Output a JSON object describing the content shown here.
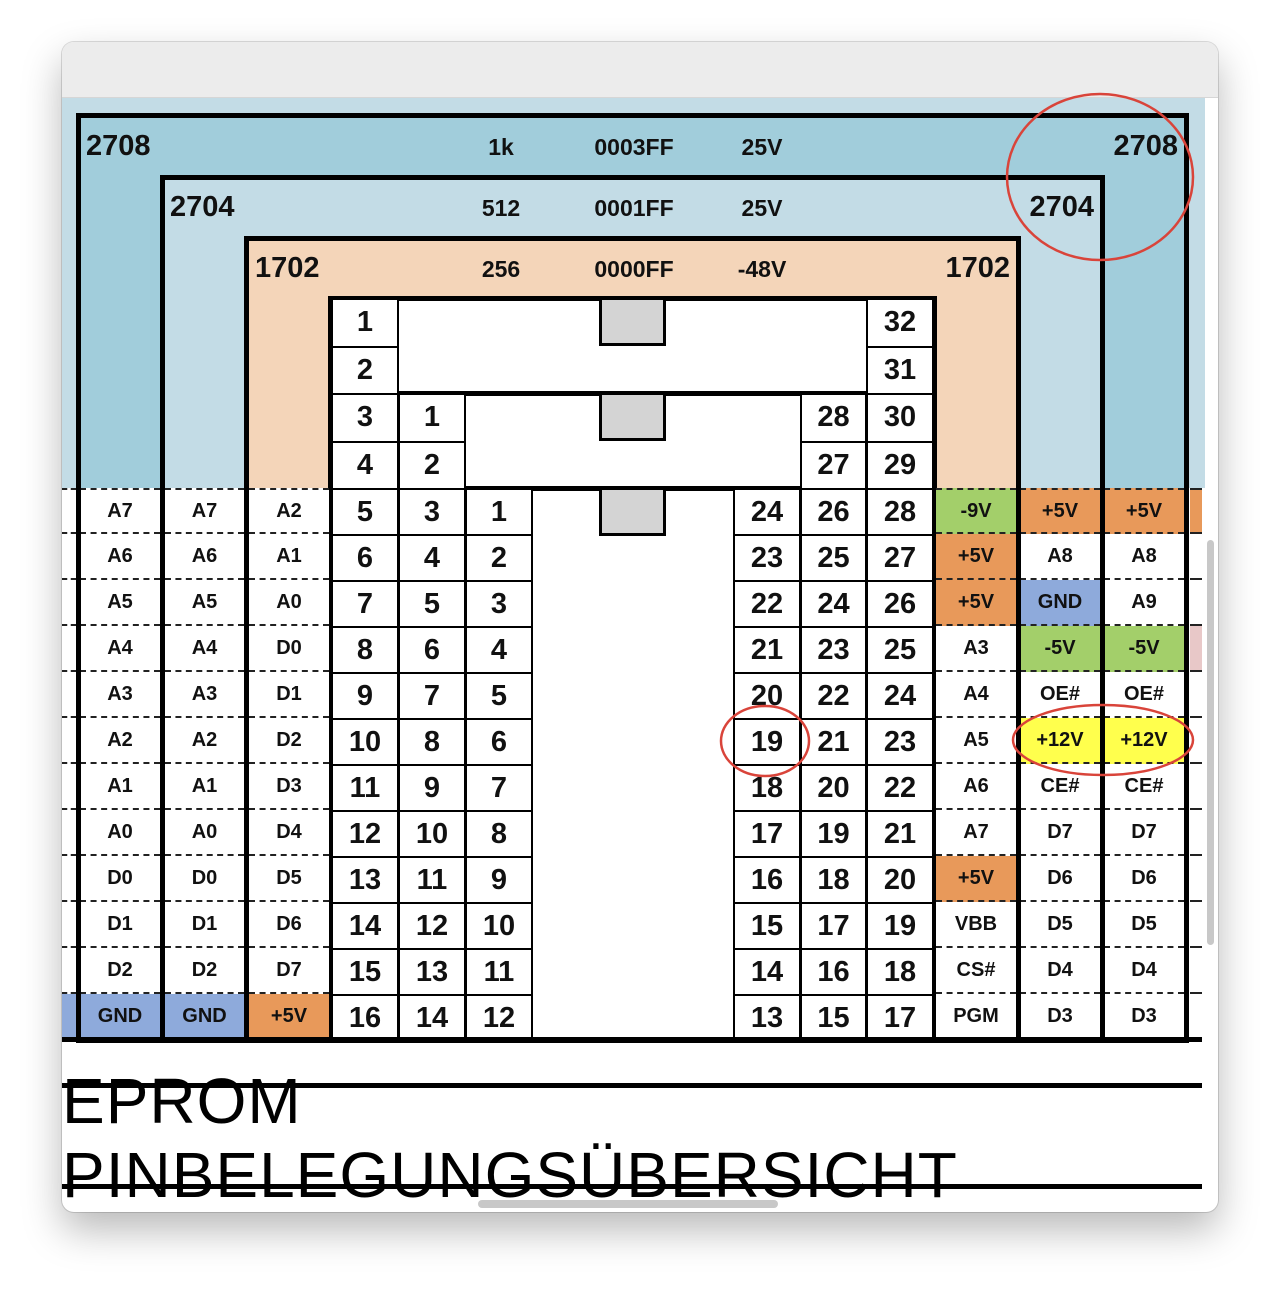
{
  "headers": [
    {
      "name": "2708",
      "size": "1k",
      "address": "0003FF",
      "voltage": "25V"
    },
    {
      "name": "2704",
      "size": "512",
      "address": "0001FF",
      "voltage": "25V"
    },
    {
      "name": "1702",
      "size": "256",
      "address": "0000FF",
      "voltage": "-48V"
    }
  ],
  "pins": {
    "p32_left": [
      "1",
      "2",
      "3",
      "4",
      "5",
      "6",
      "7",
      "8",
      "9",
      "10",
      "11",
      "12",
      "13",
      "14",
      "15",
      "16"
    ],
    "p32_right": [
      "32",
      "31",
      "30",
      "29",
      "28",
      "27",
      "26",
      "25",
      "24",
      "23",
      "22",
      "21",
      "20",
      "19",
      "18",
      "17"
    ],
    "p28_left": [
      "1",
      "2",
      "3",
      "4",
      "5",
      "6",
      "7",
      "8",
      "9",
      "10",
      "11",
      "12",
      "13",
      "14"
    ],
    "p28_right": [
      "28",
      "27",
      "26",
      "25",
      "24",
      "23",
      "22",
      "21",
      "20",
      "19",
      "18",
      "17",
      "16",
      "15"
    ],
    "p24_left": [
      "1",
      "2",
      "3",
      "4",
      "5",
      "6",
      "7",
      "8",
      "9",
      "10",
      "11",
      "12"
    ],
    "p24_right": [
      "24",
      "23",
      "22",
      "21",
      "20",
      "19",
      "18",
      "17",
      "16",
      "15",
      "14",
      "13"
    ]
  },
  "labels": {
    "left_2708": [
      "A7",
      "A6",
      "A5",
      "A4",
      "A3",
      "A2",
      "A1",
      "A0",
      "D0",
      "D1",
      "D2",
      "GND"
    ],
    "left_2704": [
      "A7",
      "A6",
      "A5",
      "A4",
      "A3",
      "A2",
      "A1",
      "A0",
      "D0",
      "D1",
      "D2",
      "GND"
    ],
    "left_1702": [
      "A2",
      "A1",
      "A0",
      "D0",
      "D1",
      "D2",
      "D3",
      "D4",
      "D5",
      "D6",
      "D7",
      "+5V"
    ],
    "right_1702": [
      "-9V",
      "+5V",
      "+5V",
      "A3",
      "A4",
      "A5",
      "A6",
      "A7",
      "+5V",
      "VBB",
      "CS#",
      "PGM"
    ],
    "right_2704": [
      "+5V",
      "A8",
      "GND",
      "-5V",
      "OE#",
      "+12V",
      "CE#",
      "D7",
      "D6",
      "D5",
      "D4",
      "D3"
    ],
    "right_2708": [
      "+5V",
      "A8",
      "A9",
      "-5V",
      "OE#",
      "+12V",
      "CE#",
      "D7",
      "D6",
      "D5",
      "D4",
      "D3"
    ]
  },
  "colors": {
    "power_plus5": "#e8995a",
    "negative": "#a3cf6a",
    "ground": "#8eaadb",
    "prog_plus12": "#ffff4d",
    "box_2708": "#a1cddb",
    "box_2704": "#c3dce6",
    "box_1702": "#f4d5b9",
    "highlight_circle": "#d9443a"
  },
  "title": "EPROM PINBELEGUNGSÜBERSICHT"
}
